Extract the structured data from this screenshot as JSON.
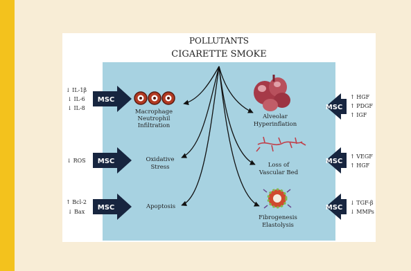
{
  "header": {
    "line1": "POLLUTANTS",
    "line2": "CIGARETTE SMOKE"
  },
  "msc_label": "MSC",
  "left_effects": [
    {
      "lines": [
        "Macrophage",
        "Neutrophil",
        "Infiltration"
      ],
      "factors": [
        "↓ IL-1β",
        "↓ IL-6",
        "↓ IL-8"
      ]
    },
    {
      "lines": [
        "Oxidative",
        "Stress"
      ],
      "factors": [
        "↓ ROS"
      ]
    },
    {
      "lines": [
        "Apoptosis"
      ],
      "factors": [
        "↑ Bcl-2",
        "↓ Bax"
      ]
    }
  ],
  "right_effects": [
    {
      "lines": [
        "Alveolar",
        "Hyperinflation"
      ],
      "factors": [
        "↑ HGF",
        "↑ PDGF",
        "↑ IGF"
      ]
    },
    {
      "lines": [
        "Loss of",
        "Vascular Bed"
      ],
      "factors": [
        "↑ VEGF",
        "↑ HGF"
      ]
    },
    {
      "lines": [
        "Fibrogenesis",
        "Elastolysis"
      ],
      "factors": [
        "↓ TGF-β",
        "↓ MMPs"
      ]
    }
  ],
  "icons": {
    "cells": "inflammatory-cells-icon",
    "alveoli": "alveoli-icon",
    "vessels": "blood-vessels-icon",
    "fibrosis": "fibrotic-alveolus-icon"
  },
  "colors": {
    "sidebar": "#f3c21d",
    "background": "#f8edd6",
    "panel": "#a7d2e1",
    "arrow": "#17253f"
  }
}
